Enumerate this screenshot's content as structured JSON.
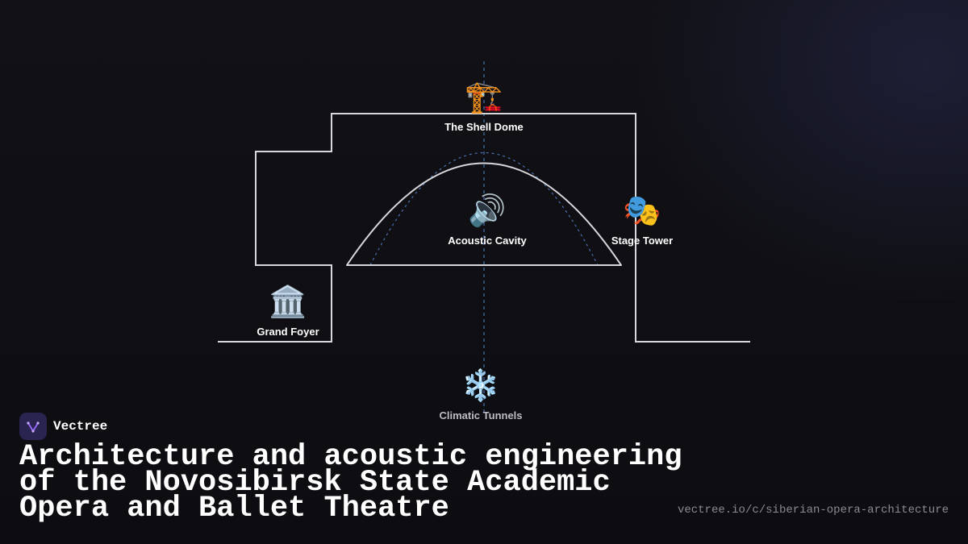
{
  "diagram": {
    "nodes": [
      {
        "id": "shell-dome",
        "label": "The Shell Dome",
        "icon": "🏗️",
        "icon_name": "construction-crane-icon"
      },
      {
        "id": "acoustic-cavity",
        "label": "Acoustic Cavity",
        "icon": "🔊",
        "icon_name": "speaker-icon"
      },
      {
        "id": "stage-tower",
        "label": "Stage Tower",
        "icon": "🎭",
        "icon_name": "theater-masks-icon"
      },
      {
        "id": "grand-foyer",
        "label": "Grand Foyer",
        "icon": "🏛️",
        "icon_name": "classical-building-icon"
      },
      {
        "id": "climatic-tunnels",
        "label": "Climatic Tunnels",
        "icon": "❄️",
        "icon_name": "snowflake-icon"
      }
    ],
    "colors": {
      "outline": "#d8d8dc",
      "axis": "#4a6fb0",
      "background": "#0f0f13"
    }
  },
  "brand": {
    "name": "Vectree",
    "logo_icon": "vectree-logo-icon",
    "logo_color": "#2a2550",
    "accent": "#9b6bff"
  },
  "title": "Architecture and acoustic engineering of the Novosibirsk State Academic Opera and Ballet Theatre",
  "url": "vectree.io/c/siberian-opera-architecture"
}
